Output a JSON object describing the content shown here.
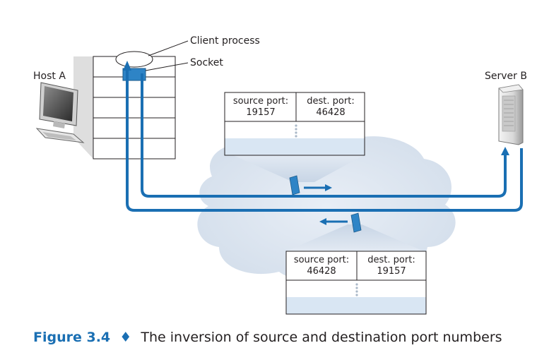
{
  "labels": {
    "client_process": "Client process",
    "socket": "Socket",
    "host_a": "Host A",
    "server_b": "Server B"
  },
  "packet_top": {
    "source_label": "source port:",
    "source_value": "19157",
    "dest_label": "dest. port:",
    "dest_value": "46428"
  },
  "packet_bottom": {
    "source_label": "source port:",
    "source_value": "46428",
    "dest_label": "dest. port:",
    "dest_value": "19157"
  },
  "caption": {
    "figure_label": "Figure 3.4",
    "separator": "♦",
    "text": "The inversion of source and destination port numbers"
  },
  "colors": {
    "path": "#1a6fb3",
    "cloud": "#dde6f1",
    "packet_band": "#d9e6f3",
    "caption_accent": "#1a6fb3"
  }
}
